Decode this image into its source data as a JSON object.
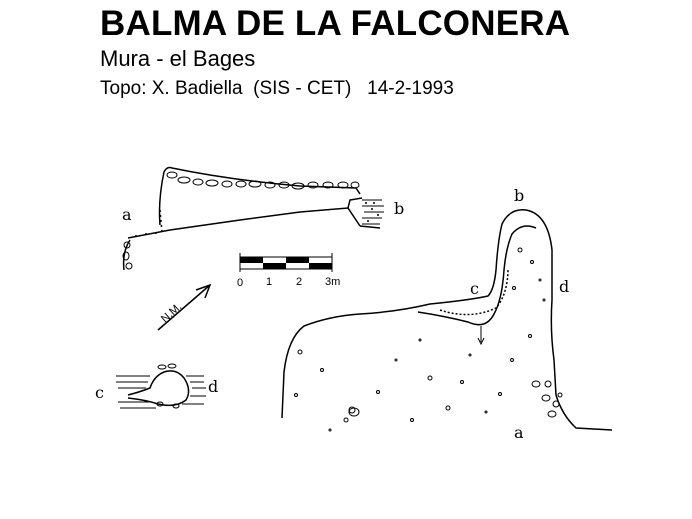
{
  "header": {
    "title": "BALMA DE LA FALCONERA",
    "location": "Mura - el Bages",
    "credit": "Topo: X. Badiella  (SIS - CET)   14-2-1993"
  },
  "profile_section": {
    "label_left": "a",
    "label_right": "b"
  },
  "cross_section": {
    "label_left": "c",
    "label_right": "d"
  },
  "north_arrow": {
    "label": "N.M."
  },
  "scale_bar": {
    "tick_0": "0",
    "tick_1": "1",
    "tick_2": "2",
    "tick_3": "3m"
  },
  "plan_view": {
    "label_a": "a",
    "label_b": "b",
    "label_c": "c",
    "label_d": "d"
  }
}
